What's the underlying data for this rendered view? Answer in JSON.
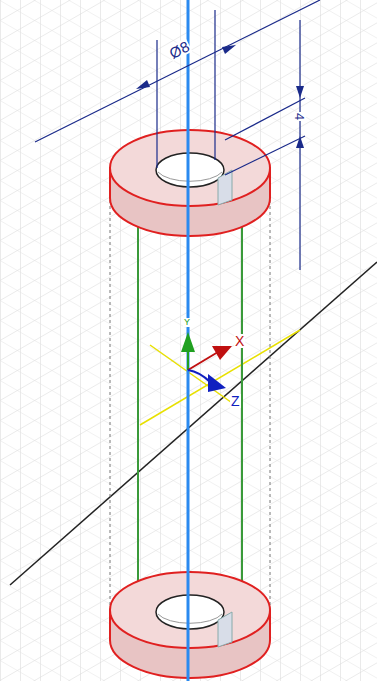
{
  "diagram": {
    "labels": [
      "Ø8",
      "4",
      "Y",
      "X",
      "Z"
    ]
  }
}
